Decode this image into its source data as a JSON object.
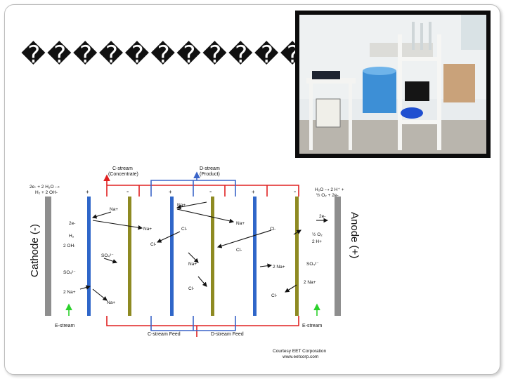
{
  "slide": {
    "title": "��������������"
  },
  "photo": {
    "icon": "lab-apparatus-photo"
  },
  "diagram": {
    "c_stream_label_1": "C-stream",
    "c_stream_label_2": "(Concentrate)",
    "d_stream_label_1": "D-stream",
    "d_stream_label_2": "(Product)",
    "cathode_reaction_1": "2e- + 2 H₂O --›",
    "cathode_reaction_2": "H₂ + 2 OH-",
    "anode_reaction_1": "H₂O --› 2 H⁺ +",
    "anode_reaction_2": "½ O₂ + 2e-",
    "cathode_label": "Cathode (-)",
    "anode_label": "Anode (+)",
    "e_stream_left": "E-stream",
    "e_stream_right": "E-stream",
    "c_stream_feed": "C-stream Feed",
    "d_stream_feed": "D-stream Feed",
    "courtesy_1": "Courtesy EET Corporation",
    "courtesy_2": "www.eetcorp.com",
    "plus": "+",
    "minus": "-",
    "ions": {
      "na_plus": "Na+",
      "cl_minus": "Cl-",
      "two_e": "2e-",
      "h2": "H₂",
      "two_oh": "2 OH-",
      "so4_left_1": "SO₄²⁻",
      "so4": "SO₄²⁻",
      "two_na": "2 Na+",
      "half_o2": "½ O₂",
      "two_h": "2 H+"
    }
  }
}
